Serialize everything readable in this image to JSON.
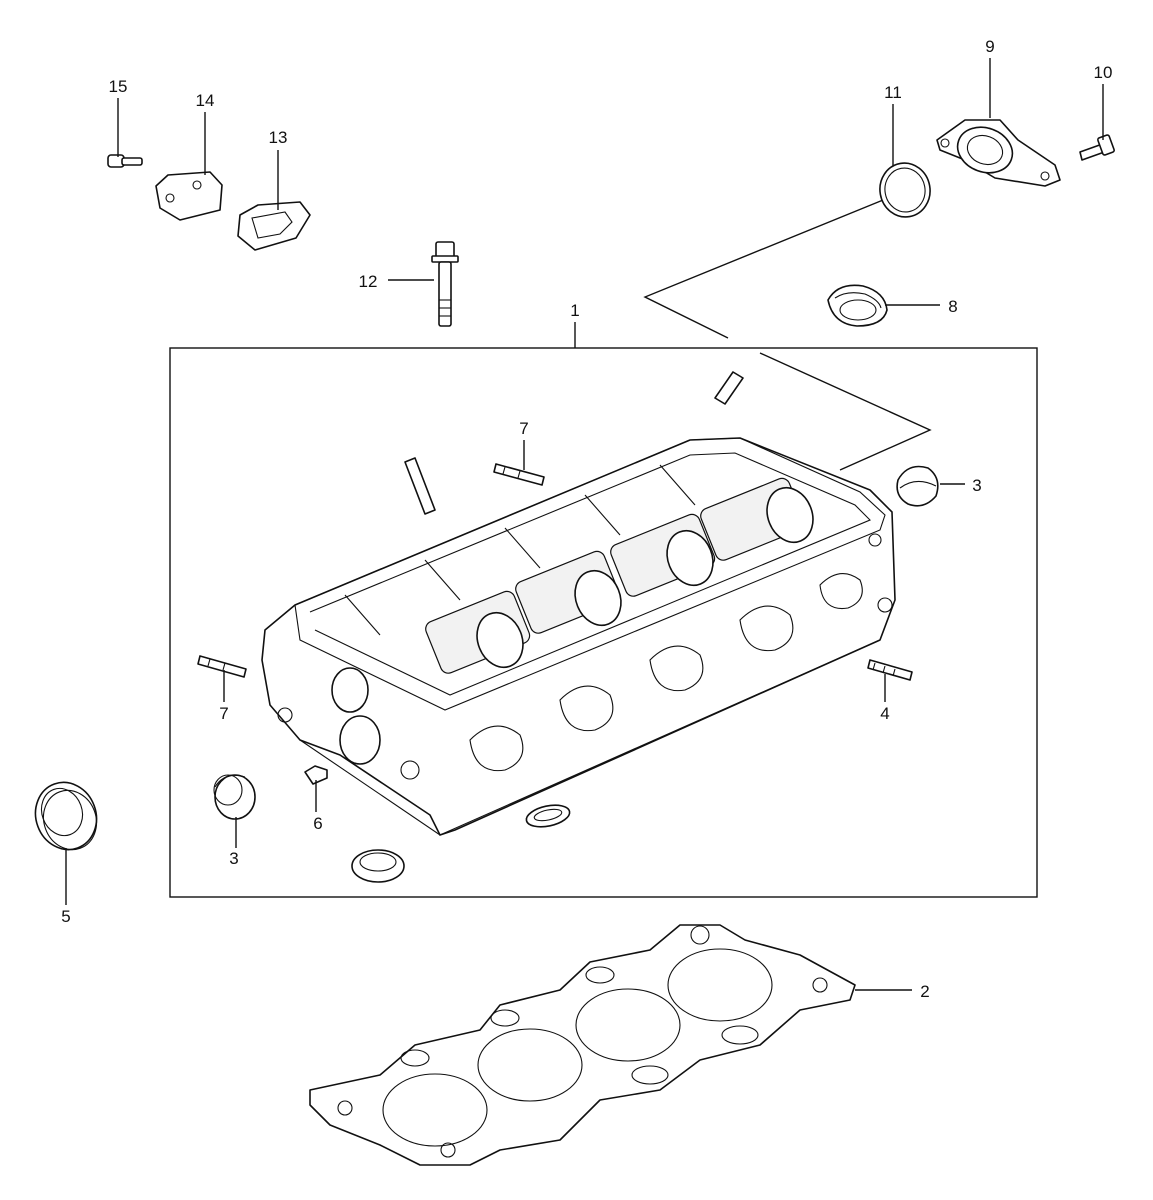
{
  "callouts": [
    {
      "id": "c1",
      "label": "1"
    },
    {
      "id": "c2",
      "label": "2"
    },
    {
      "id": "c3a",
      "label": "3"
    },
    {
      "id": "c3b",
      "label": "3"
    },
    {
      "id": "c4",
      "label": "4"
    },
    {
      "id": "c5",
      "label": "5"
    },
    {
      "id": "c6",
      "label": "6"
    },
    {
      "id": "c7a",
      "label": "7"
    },
    {
      "id": "c7b",
      "label": "7"
    },
    {
      "id": "c8",
      "label": "8"
    },
    {
      "id": "c9",
      "label": "9"
    },
    {
      "id": "c10",
      "label": "10"
    },
    {
      "id": "c11",
      "label": "11"
    },
    {
      "id": "c12",
      "label": "12"
    },
    {
      "id": "c13",
      "label": "13"
    },
    {
      "id": "c14",
      "label": "14"
    },
    {
      "id": "c15",
      "label": "15"
    }
  ]
}
